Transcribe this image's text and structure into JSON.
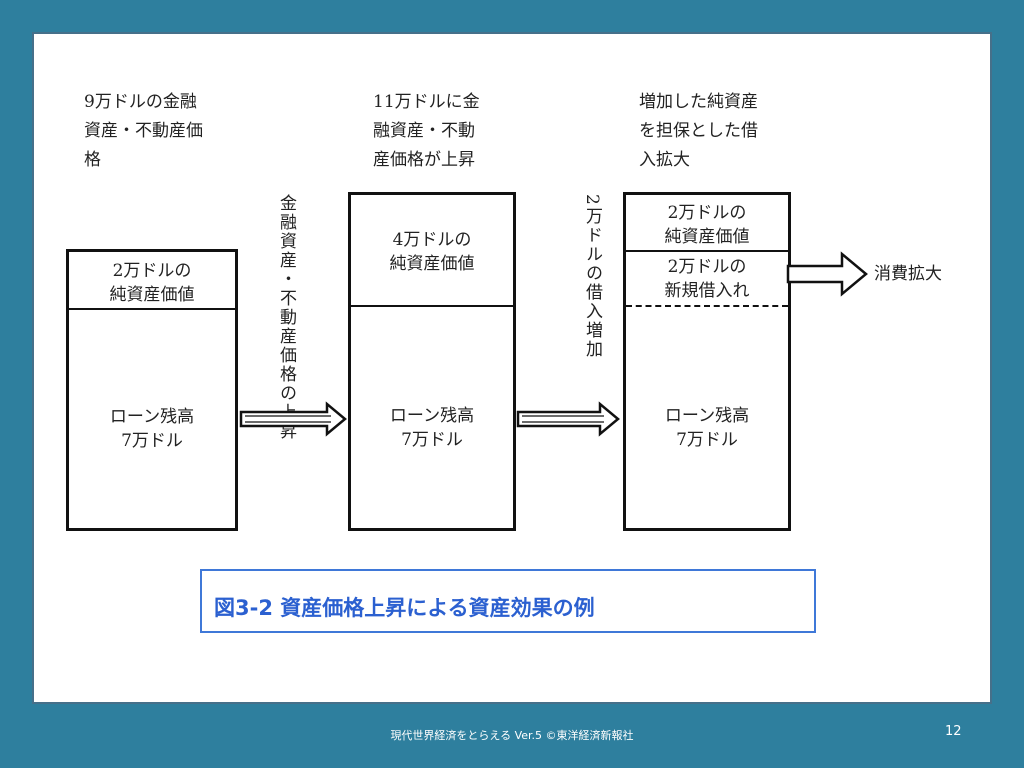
{
  "captions": {
    "col1": "9万ドルの金融\n資産・不動産価\n格",
    "col2": "11万ドルに金\n融資産・不動\n産価格が上昇",
    "col3": "増加した純資産\nを担保とした借\n入拡大"
  },
  "arrow_labels": {
    "arrow1": "金融資産・不動産価格の上昇",
    "arrow2": "2万ドルの借入増加"
  },
  "boxes": {
    "box1": {
      "equity": "2万ドルの\n純資産価値",
      "loan": "ローン残高\n7万ドル"
    },
    "box2": {
      "equity": "4万ドルの\n純資産価値",
      "loan": "ローン残高\n7万ドル"
    },
    "box3": {
      "equity": "2万ドルの\n純資産価値",
      "new_borrowing": "2万ドルの\n新規借入れ",
      "loan": "ローン残高\n7万ドル"
    }
  },
  "result_label": "消費拡大",
  "figure_title": "図3-2  資産価格上昇による資産効果の例",
  "footer": "現代世界経済をとらえる Ver.5  ©東洋経済新報社",
  "page_number": "12"
}
